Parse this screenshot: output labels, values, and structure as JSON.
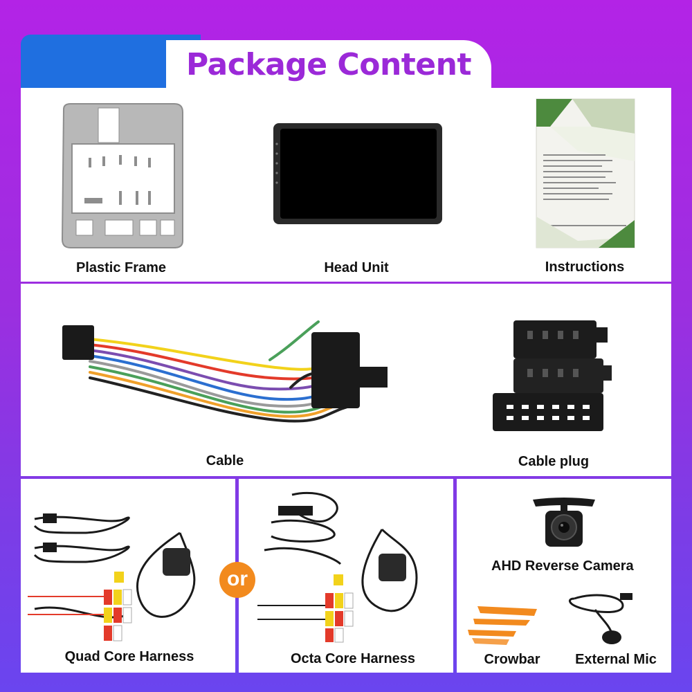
{
  "title": "Package Content",
  "row1": {
    "items": [
      {
        "label": "Plastic Frame"
      },
      {
        "label": "Head Unit"
      },
      {
        "label": "Instructions"
      }
    ]
  },
  "row2": {
    "items": [
      {
        "label": "Cable"
      },
      {
        "label": "Cable plug"
      }
    ]
  },
  "row3": {
    "quad": {
      "label": "Quad Core Harness"
    },
    "or": "or",
    "octa": {
      "label": "Octa Core Harness"
    },
    "accessories": [
      {
        "label": "AHD Reverse Camera"
      },
      {
        "label": "Crowbar"
      },
      {
        "label": "External Mic"
      }
    ]
  },
  "colors": {
    "background_top": "#b323e6",
    "background_bottom": "#6a45ef",
    "title_color": "#9b29d8",
    "tab_blue": "#1f6fe0",
    "or_badge": "#f28a1e",
    "crowbar": "#f28a1e"
  }
}
